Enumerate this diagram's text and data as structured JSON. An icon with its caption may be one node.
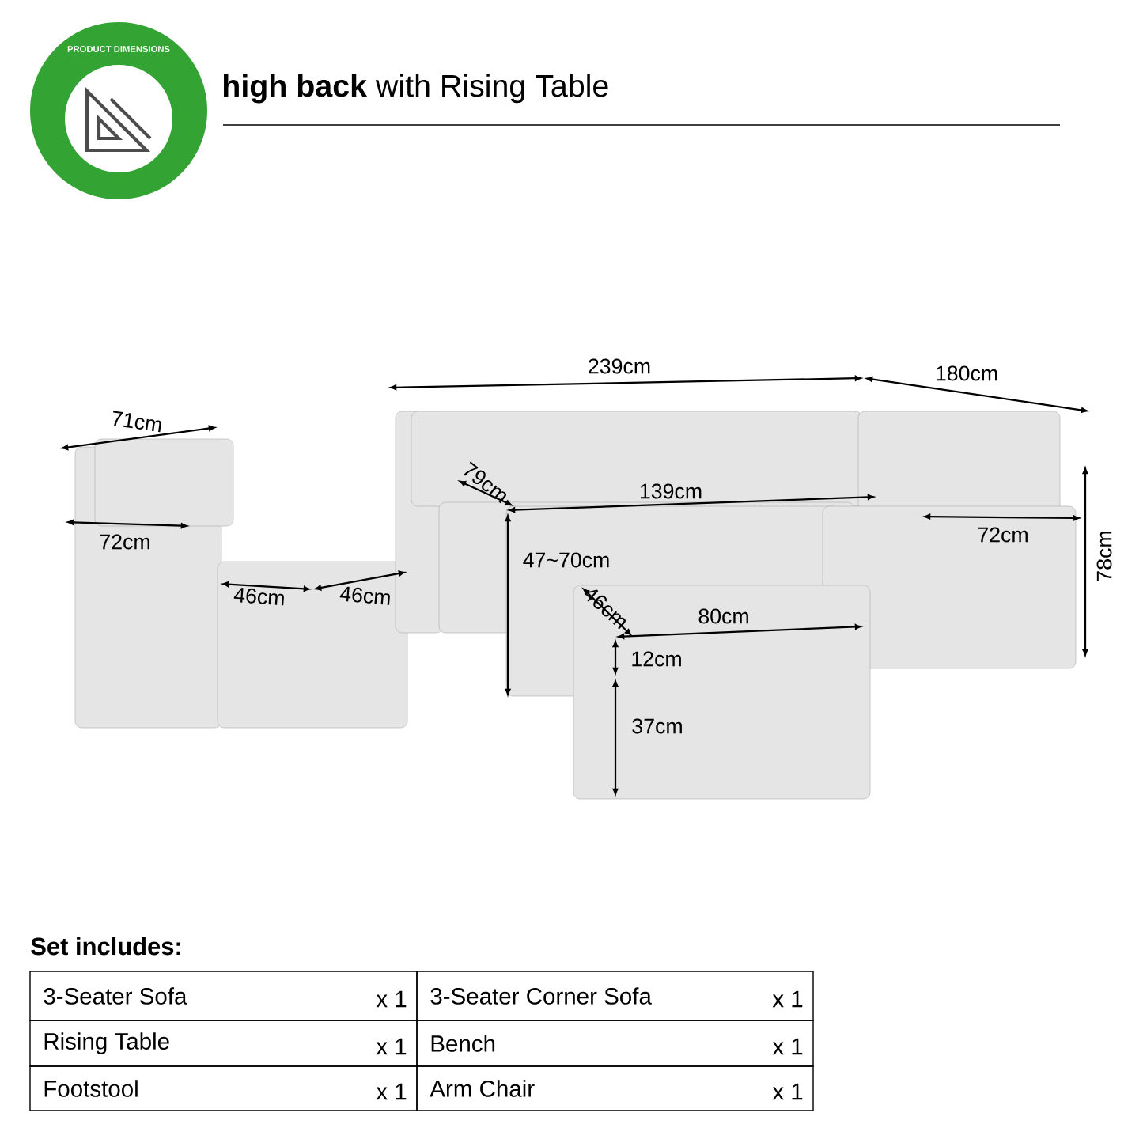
{
  "diagram": {
    "title": "**high back** with Rising Table",
    "labels": [
      "PRODUCT DIMENSIONS",
      "239cm",
      "180cm",
      "71cm",
      "79cm",
      "139cm",
      "72cm",
      "72cm",
      "78cm",
      "47~70cm",
      "46cm",
      "46cm",
      "46cm",
      "80cm",
      "12cm",
      "37cm",
      "Set includes:",
      "3-Seater Sofa",
      "x 1",
      "3-Seater Corner Sofa",
      "x 1",
      "Rising Table",
      "x 1",
      "Bench",
      "x 1",
      "Footstool",
      "x 1",
      "Arm Chair",
      "x 1"
    ]
  }
}
